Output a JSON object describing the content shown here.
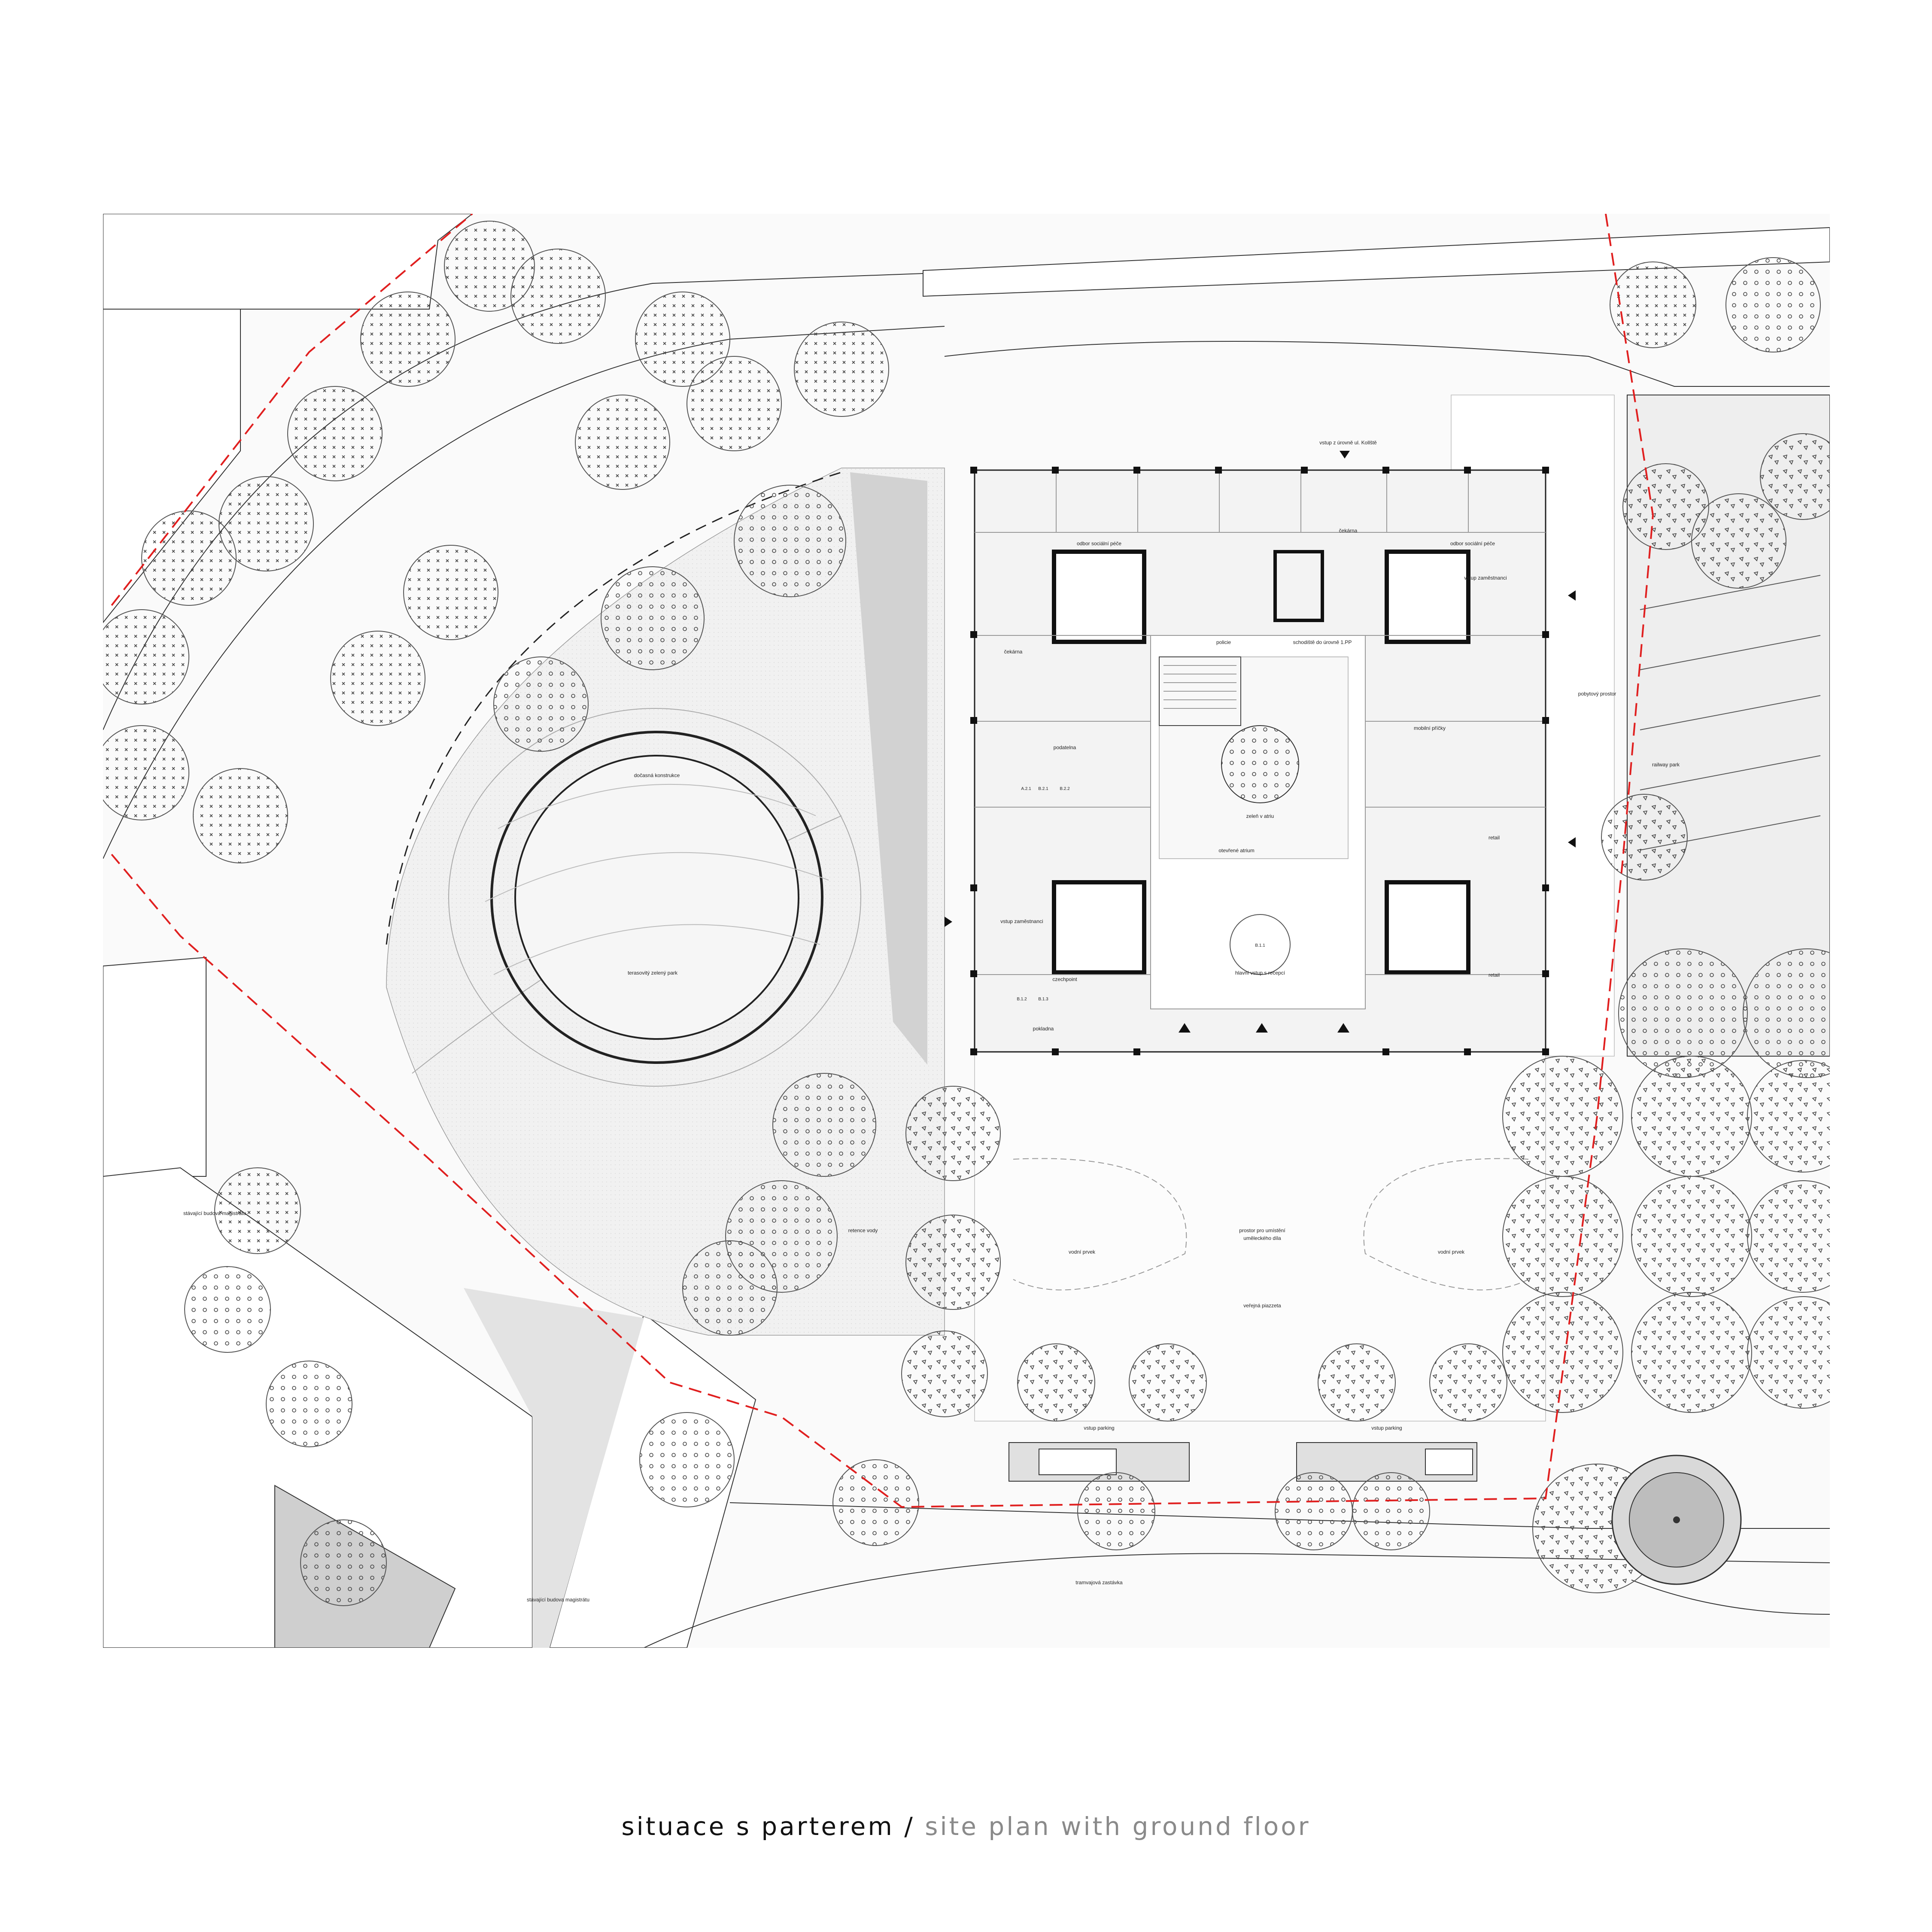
{
  "caption": {
    "czech": "situace s parterem",
    "separator": "/",
    "english": "site plan with ground floor"
  },
  "labels": {
    "entrance_north": "vstup z úrovně ul. Kollště",
    "social_dept_left": "odbor sociální péče",
    "social_dept_right": "odbor sociální péče",
    "waiting_top": "čekárna",
    "waiting_left": "čekárna",
    "police": "policie",
    "stairs": "schodiště do úrovně 1.PP",
    "employee_entrance_right": "vstup zaměstnanci",
    "employee_entrance_left": "vstup zaměstnanci",
    "registry": "podatelna",
    "greenery": "zeleň v atriu",
    "open_atrium": "otevřené atrium",
    "mobile_partitions": "mobilní příčky",
    "retail_upper": "retail",
    "retail_lower": "retail",
    "stay_area": "pobytový prostor",
    "main_entrance": "hlavní vstup s recepcí",
    "checkpoint": "czechpoint",
    "cashier": "pokladna",
    "temp_structure": "dočasná konstrukce",
    "terraced_park": "terasovitý zelený park",
    "water_retention": "retence vody",
    "water_left": "vodní prvek",
    "water_right": "vodní prvek",
    "art_space_1": "prostor pro umístění",
    "art_space_2": "uměleckého díla",
    "public_square": "veřejná piazzeta",
    "parking_left": "vstup parking",
    "parking_right": "vstup parking",
    "tram_stop": "tramvajová zastávka",
    "existing_1": "stávající budova magistrátu",
    "existing_2": "stávající budova magistrátu",
    "railway_park": "railway park"
  },
  "room_codes": {
    "b21": "B.2.1",
    "b22": "B.2.2",
    "a21": "A.2.1",
    "b11": "B.1.1",
    "b12": "B.1.2",
    "b13": "B.1.3"
  },
  "colors": {
    "background": "#ffffff",
    "line": "#333333",
    "light_fill": "#e9e9e9",
    "mid_fill": "#d6d6d6",
    "dark_fill": "#bdbdbd",
    "site_boundary": "#e01f1f",
    "caption_dark": "#111111",
    "caption_grey": "#8a8a8a"
  }
}
